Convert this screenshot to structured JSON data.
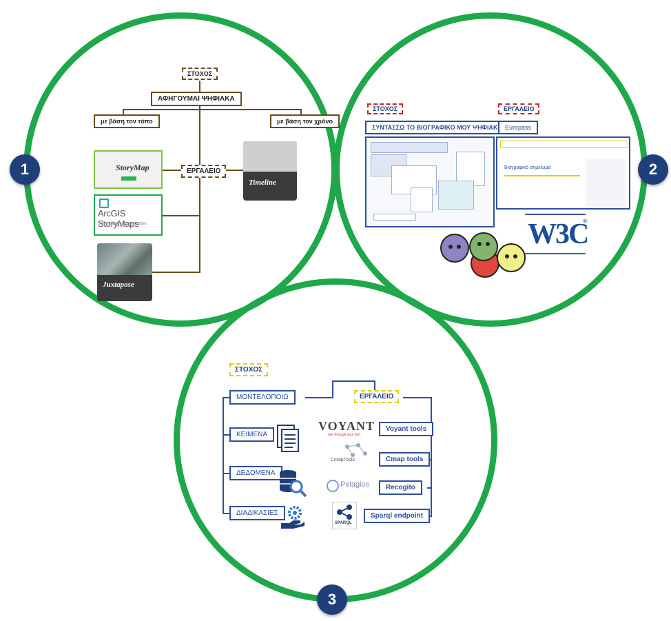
{
  "badges": [
    "1",
    "2",
    "3"
  ],
  "circle1": {
    "goal_tag": "ΣΤΟΧΟΣ",
    "title": "ΑΦΗΓΟΥΜΑΙ ΨΗΦΙΑΚΑ",
    "by_place": "με βάση τον τόπο",
    "by_time": "με βάση τον χρόνο",
    "tool_tag": "ΕΡΓΑΛΕΙΟ",
    "tools": {
      "storymap": "StoryMap",
      "arcgis": "ArcGIS StoryMaps",
      "arcgis_sub": "Storytelling that persuades",
      "timeline": "Timeline",
      "juxtapose": "Juxtapose"
    }
  },
  "circle2": {
    "goal_tag": "ΣΤΟΧΟΣ",
    "tool_tag": "ΕΡΓΑΛΕΙΟ",
    "title": "ΣΥΝΤΑΣΣΩ ΤΟ ΒΙΟΓΡΑΦΙΚΟ ΜΟΥ ΨΗΦΙΑΚΑ",
    "tool_name": "Europass",
    "w3c": "W3C",
    "w3c_mark": "®",
    "panel_heading": "Βιογραφικό σημείωμα"
  },
  "circle3": {
    "goal_tag": "ΣΤΟΧΟΣ",
    "tool_tag": "ΕΡΓΑΛΕΙΟ",
    "left_items": [
      "ΜΟΝΤΕΛΟΠΟΙΩ",
      "ΚΕΙΜΕΝΑ",
      "ΔΕΔΟΜΕΝΑ",
      "ΔΙΑΔΙΚΑΣΙΕΣ"
    ],
    "right_items": [
      "Voyant tools",
      "Cmap tools",
      "Recogito",
      "Sparql endpoint"
    ],
    "logos": {
      "voyant": "VOYANT",
      "voyant_sub": "see through your text",
      "cmap": "CmapTools",
      "pelagios": "Pelagios",
      "sparql": "SPARQL"
    }
  },
  "colors": {
    "ring": "#1fa84a",
    "badge": "#1f3f7a",
    "brown": "#6b4a1d",
    "blue": "#2e4f9c",
    "yellow": "#e6c800",
    "red": "#c0282d"
  },
  "icons": [
    "document-icon",
    "database-search-icon",
    "gear-hand-icon",
    "w3c-logo",
    "accessibility-faces-icon",
    "sparql-icon"
  ]
}
